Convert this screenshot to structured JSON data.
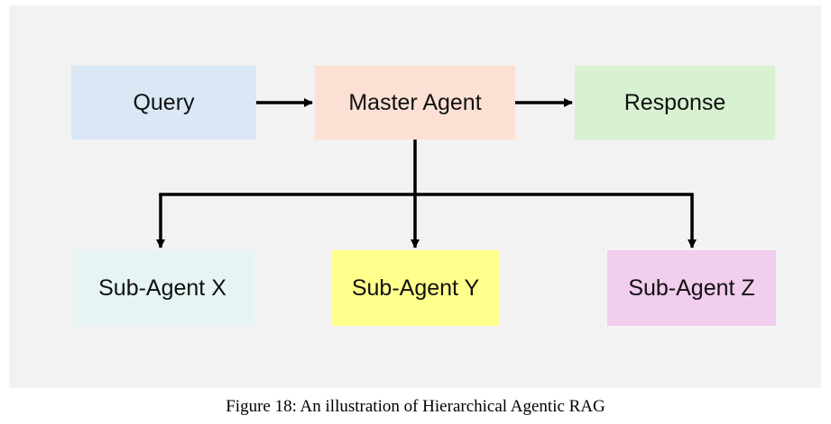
{
  "diagram": {
    "nodes": {
      "query": {
        "label": "Query",
        "color": "#dae8f5"
      },
      "master": {
        "label": "Master Agent",
        "color": "#fbe0d3"
      },
      "response": {
        "label": "Response",
        "color": "#d8f1d0"
      },
      "sub_x": {
        "label": "Sub-Agent X",
        "color": "#e6f5f4"
      },
      "sub_y": {
        "label": "Sub-Agent Y",
        "color": "#ffff8c"
      },
      "sub_z": {
        "label": "Sub-Agent Z",
        "color": "#f1cdee"
      }
    },
    "edges": [
      {
        "from": "Query",
        "to": "Master Agent"
      },
      {
        "from": "Master Agent",
        "to": "Response"
      },
      {
        "from": "Master Agent",
        "to": "Sub-Agent X"
      },
      {
        "from": "Master Agent",
        "to": "Sub-Agent Y"
      },
      {
        "from": "Master Agent",
        "to": "Sub-Agent Z"
      }
    ],
    "edge_color": "#000000"
  },
  "caption": "Figure 18: An illustration of Hierarchical Agentic RAG"
}
